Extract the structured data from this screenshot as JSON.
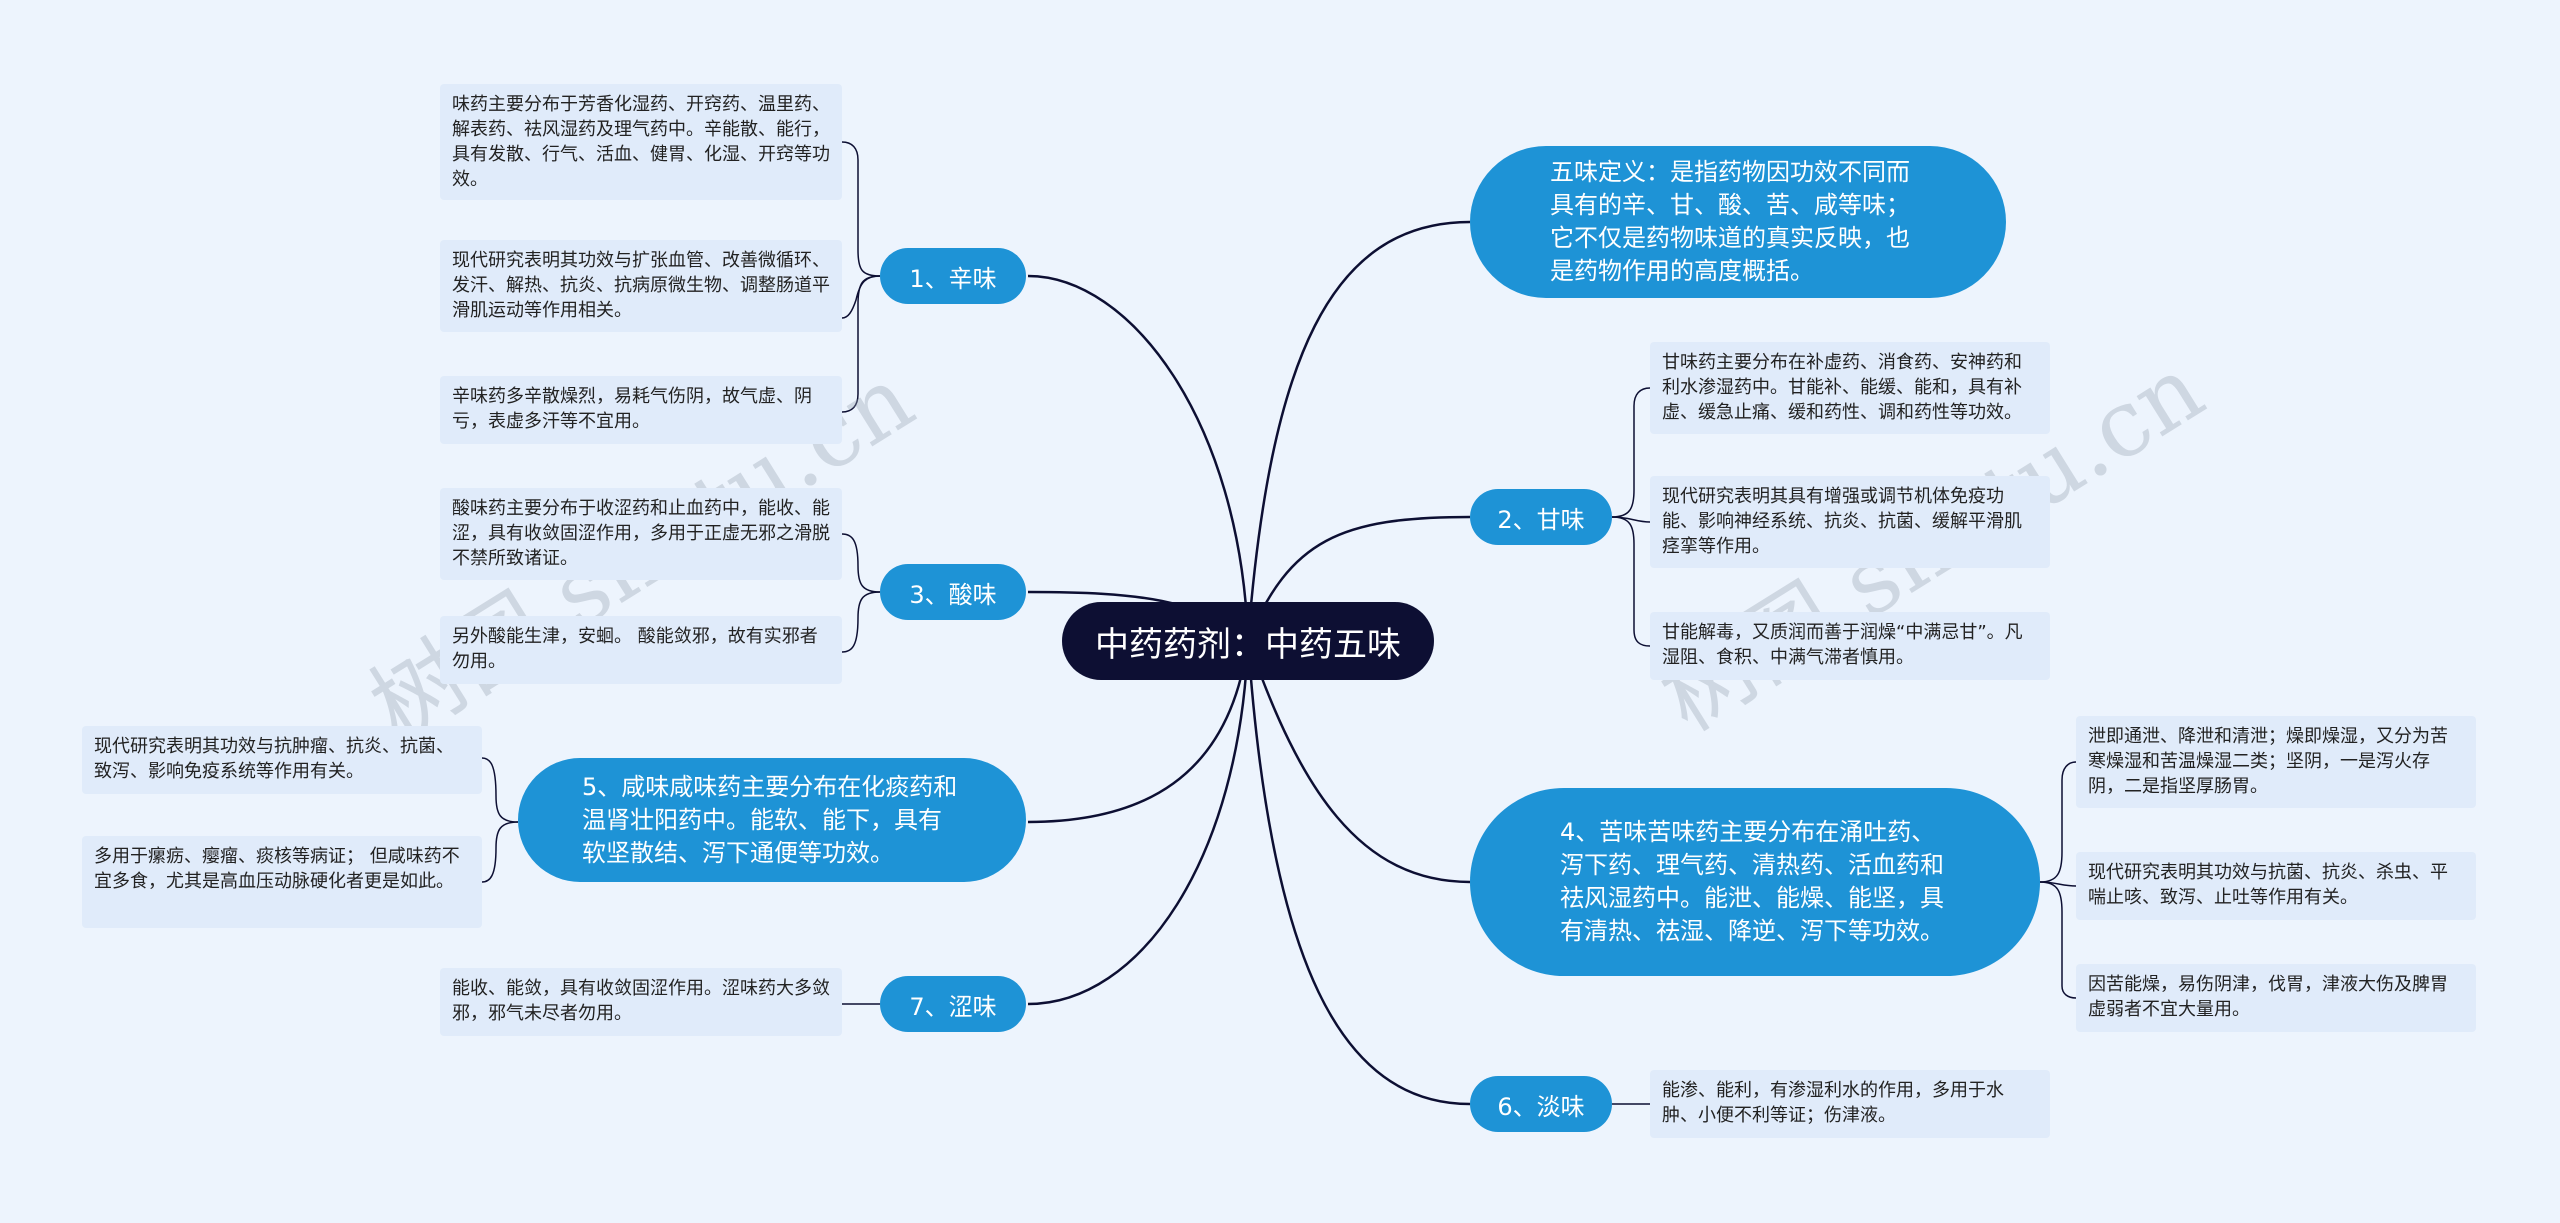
{
  "center": "中药药剂：中药五味",
  "watermark": "树图 shutu.cn",
  "definition": "五味定义：是指药物因功效不同而具有的辛、甘、酸、苦、咸等味；它不仅是药物味道的真实反映，也是药物作用的高度概括。",
  "branches": {
    "xin": {
      "label": "1、辛味",
      "leaves": [
        "味药主要分布于芳香化湿药、开窍药、温里药、解表药、祛风湿药及理气药中。辛能散、能行，具有发散、行气、活血、健胃、化湿、开窍等功效。",
        "现代研究表明其功效与扩张血管、改善微循环、发汗、解热、抗炎、抗病原微生物、调整肠道平滑肌运动等作用相关。",
        "辛味药多辛散燥烈，易耗气伤阴，故气虚、阴亏，表虚多汗等不宜用。"
      ]
    },
    "suan": {
      "label": "3、酸味",
      "leaves": [
        "酸味药主要分布于收涩药和止血药中，能收、能涩，具有收敛固涩作用，多用于正虚无邪之滑脱不禁所致诸证。",
        "另外酸能生津，安蛔。 酸能敛邪，故有实邪者勿用。"
      ]
    },
    "xian": {
      "label": "5、咸味咸味药主要分布在化痰药和温肾壮阳药中。能软、能下，具有软坚散结、泻下通便等功效。",
      "leaves": [
        "现代研究表明其功效与抗肿瘤、抗炎、抗菌、致泻、影响免疫系统等作用有关。",
        "多用于瘰疬、瘿瘤、痰核等病证； 但咸味药不宜多食，尤其是高血压动脉硬化者更是如此。"
      ]
    },
    "se": {
      "label": "7、涩味",
      "leaves": [
        "能收、能敛，具有收敛固涩作用。涩味药大多敛邪，邪气未尽者勿用。"
      ]
    },
    "gan": {
      "label": "2、甘味",
      "leaves": [
        "甘味药主要分布在补虚药、消食药、安神药和利水渗湿药中。甘能补、能缓、能和，具有补虚、缓急止痛、缓和药性、调和药性等功效。",
        "现代研究表明其具有增强或调节机体免疫功能、影响神经系统、抗炎、抗菌、缓解平滑肌痉挛等作用。",
        "甘能解毒，又质润而善于润燥“中满忌甘”。凡湿阻、食积、中满气滞者慎用。"
      ]
    },
    "ku": {
      "label": "4、苦味苦味药主要分布在涌吐药、泻下药、理气药、清热药、活血药和祛风湿药中。能泄、能燥、能坚，具有清热、祛湿、降逆、泻下等功效。",
      "leaves": [
        "泄即通泄、降泄和清泄；燥即燥湿，又分为苦寒燥湿和苦温燥湿二类；坚阴，一是泻火存阴，二是指坚厚肠胃。",
        "现代研究表明其功效与抗菌、抗炎、杀虫、平喘止咳、致泻、止吐等作用有关。",
        "因苦能燥，易伤阴津，伐胃，津液大伤及脾胃虚弱者不宜大量用。"
      ]
    },
    "dan": {
      "label": "6、淡味",
      "leaves": [
        "能渗、能利，有渗湿利水的作用，多用于水肿、小便不利等证；伤津液。"
      ]
    }
  }
}
